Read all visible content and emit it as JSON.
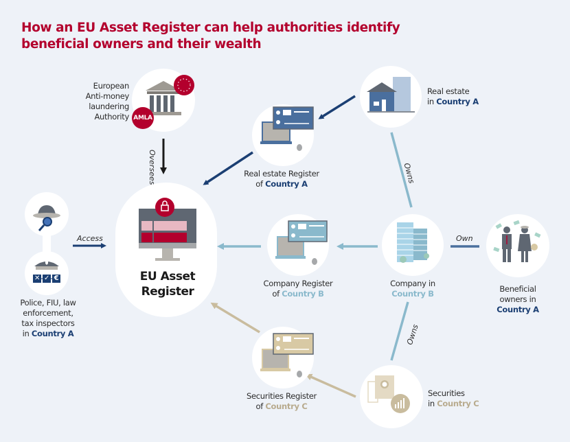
{
  "title": "How an EU Asset Register can help authorities identify beneficial owners and their wealth",
  "colors": {
    "title": "#b3002d",
    "country_a": "#1b3f73",
    "country_b": "#8ab9cc",
    "country_c": "#b8ab8e",
    "background": "#eef2f8"
  },
  "nodes": {
    "amla": {
      "label_lines": [
        "European",
        "Anti-money",
        "laundering",
        "Authority"
      ],
      "badge": "AMLA",
      "icon": "bank-building-icon"
    },
    "eu_register": {
      "title_lines": [
        "EU Asset",
        "Register"
      ],
      "icon": "locked-monitor-icon"
    },
    "authorities": {
      "label_lines": [
        "Police, FIU, law",
        "enforcement,",
        "tax inspectors"
      ],
      "label_prefix": "in ",
      "country": "Country A",
      "icons": [
        "detective-hat-icon",
        "police-cap-icon"
      ],
      "check_icons": [
        "✕",
        "✓",
        "€"
      ]
    },
    "real_estate_register": {
      "label": "Real estate Register",
      "prefix": "of ",
      "country": "Country A",
      "icon": "laptop-register-icon"
    },
    "real_estate": {
      "label": "Real estate",
      "prefix": "in ",
      "country": "Country A",
      "icon": "house-building-icon"
    },
    "company_register": {
      "label": "Company Register",
      "prefix": "of ",
      "country": "Country B",
      "icon": "laptop-register-icon"
    },
    "company": {
      "label": "Company in",
      "country": "Country B",
      "icon": "office-towers-icon"
    },
    "beneficial_owners": {
      "label_lines": [
        "Beneficial",
        "owners in"
      ],
      "country": "Country A",
      "icon": "owners-with-money-icon"
    },
    "securities_register": {
      "label": "Securities Register",
      "prefix": "of  ",
      "country": "Country C",
      "icon": "laptop-register-icon"
    },
    "securities": {
      "label": "Securities",
      "prefix": "in ",
      "country": "Country C",
      "icon": "certificate-chart-icon"
    }
  },
  "edges": {
    "oversees": "Oversees",
    "access": "Access",
    "owns_real_estate": "Owns",
    "own": "Own",
    "owns_securities": "Owns"
  }
}
